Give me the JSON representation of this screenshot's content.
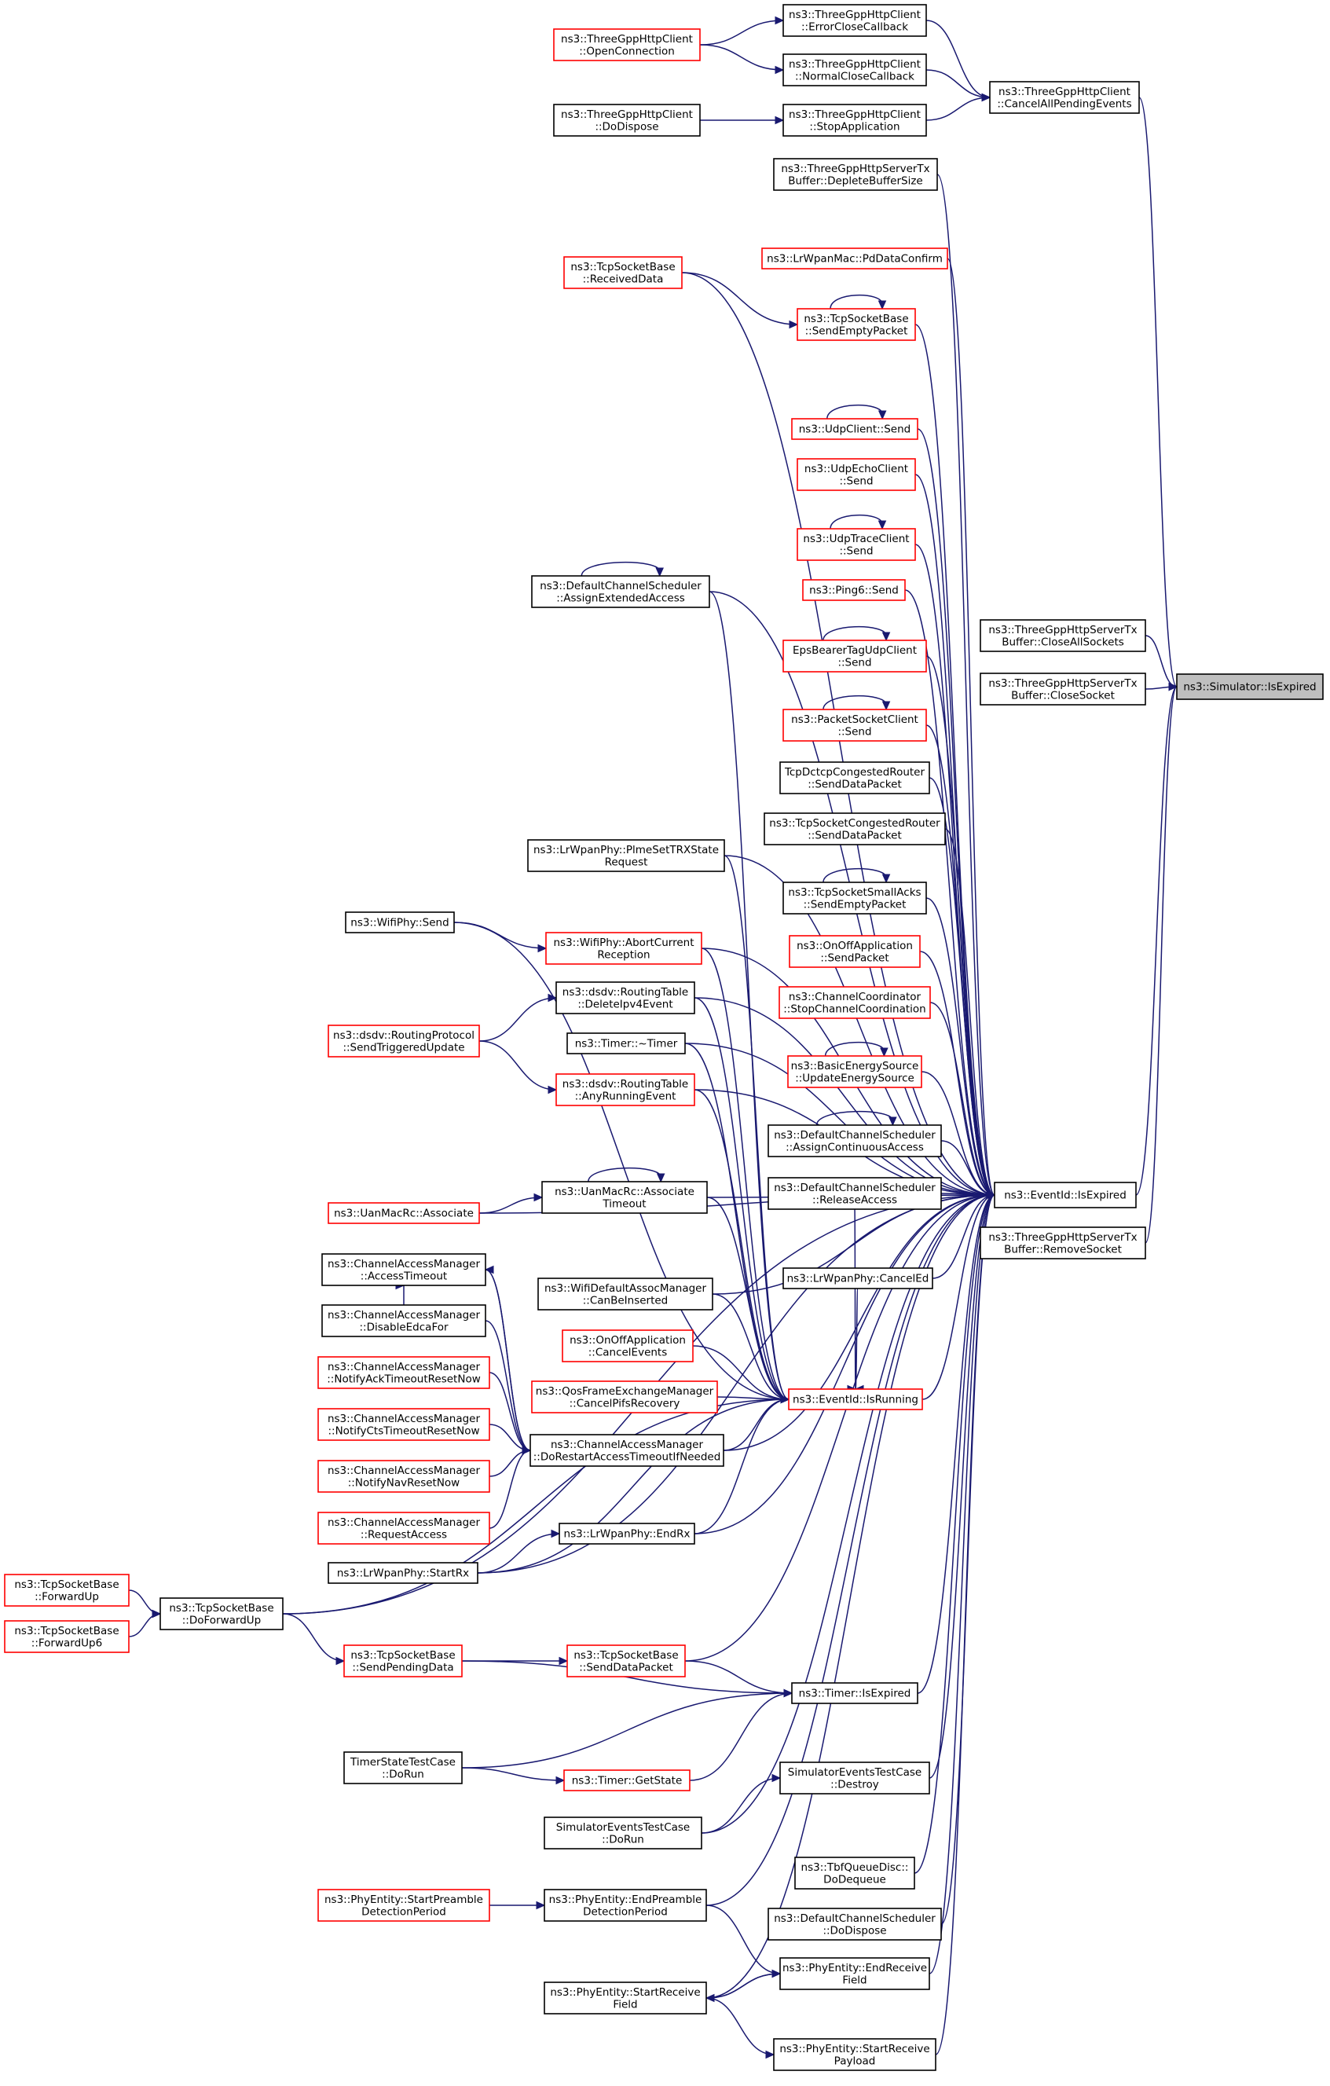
{
  "graph": {
    "title": "",
    "nodes": [
      {
        "id": "root",
        "lines": [
          "ns3::Simulator::IsExpired"
        ],
        "style": "root"
      },
      {
        "id": "eid_isexpired",
        "lines": [
          "ns3::EventId::IsExpired"
        ],
        "style": "black"
      },
      {
        "id": "cancelall",
        "lines": [
          "ns3::ThreeGppHttpClient",
          "::CancelAllPendingEvents"
        ],
        "style": "black"
      },
      {
        "id": "errorclose",
        "lines": [
          "ns3::ThreeGppHttpClient",
          "::ErrorCloseCallback"
        ],
        "style": "black"
      },
      {
        "id": "normalclose",
        "lines": [
          "ns3::ThreeGppHttpClient",
          "::NormalCloseCallback"
        ],
        "style": "black"
      },
      {
        "id": "stopapp",
        "lines": [
          "ns3::ThreeGppHttpClient",
          "::StopApplication"
        ],
        "style": "black"
      },
      {
        "id": "openconn",
        "lines": [
          "ns3::ThreeGppHttpClient",
          "::OpenConnection"
        ],
        "style": "red"
      },
      {
        "id": "dodispose_http",
        "lines": [
          "ns3::ThreeGppHttpClient",
          "::DoDispose"
        ],
        "style": "black"
      },
      {
        "id": "deplete",
        "lines": [
          "ns3::ThreeGppHttpServerTx",
          "Buffer::DepleteBufferSize"
        ],
        "style": "black"
      },
      {
        "id": "pddata",
        "lines": [
          "ns3::LrWpanMac::PdDataConfirm"
        ],
        "style": "red"
      },
      {
        "id": "tcp_recv",
        "lines": [
          "ns3::TcpSocketBase",
          "::ReceivedData"
        ],
        "style": "red"
      },
      {
        "id": "tcp_sendempty",
        "lines": [
          "ns3::TcpSocketBase",
          "::SendEmptyPacket"
        ],
        "style": "red"
      },
      {
        "id": "udpclient",
        "lines": [
          "ns3::UdpClient::Send"
        ],
        "style": "red"
      },
      {
        "id": "udpecho",
        "lines": [
          "ns3::UdpEchoClient",
          "::Send"
        ],
        "style": "red"
      },
      {
        "id": "udptrace",
        "lines": [
          "ns3::UdpTraceClient",
          "::Send"
        ],
        "style": "red"
      },
      {
        "id": "ping6",
        "lines": [
          "ns3::Ping6::Send"
        ],
        "style": "red"
      },
      {
        "id": "epsbearer",
        "lines": [
          "EpsBearerTagUdpClient",
          "::Send"
        ],
        "style": "red"
      },
      {
        "id": "pktsocket",
        "lines": [
          "ns3::PacketSocketClient",
          "::Send"
        ],
        "style": "red"
      },
      {
        "id": "dctcp",
        "lines": [
          "TcpDctcpCongestedRouter",
          "::SendDataPacket"
        ],
        "style": "black"
      },
      {
        "id": "tcpcong",
        "lines": [
          "ns3::TcpSocketCongestedRouter",
          "::SendDataPacket"
        ],
        "style": "black"
      },
      {
        "id": "smallacks",
        "lines": [
          "ns3::TcpSocketSmallAcks",
          "::SendEmptyPacket"
        ],
        "style": "black"
      },
      {
        "id": "onoff_send",
        "lines": [
          "ns3::OnOffApplication",
          "::SendPacket"
        ],
        "style": "red"
      },
      {
        "id": "chcoord",
        "lines": [
          "ns3::ChannelCoordinator",
          "::StopChannelCoordination"
        ],
        "style": "red"
      },
      {
        "id": "energy",
        "lines": [
          "ns3::BasicEnergySource",
          "::UpdateEnergySource"
        ],
        "style": "red"
      },
      {
        "id": "assigncont",
        "lines": [
          "ns3::DefaultChannelScheduler",
          "::AssignContinuousAccess"
        ],
        "style": "black"
      },
      {
        "id": "releaseacc",
        "lines": [
          "ns3::DefaultChannelScheduler",
          "::ReleaseAccess"
        ],
        "style": "black"
      },
      {
        "id": "canceled",
        "lines": [
          "ns3::LrWpanPhy::CancelEd"
        ],
        "style": "black"
      },
      {
        "id": "closeall",
        "lines": [
          "ns3::ThreeGppHttpServerTx",
          "Buffer::CloseAllSockets"
        ],
        "style": "black"
      },
      {
        "id": "closesock",
        "lines": [
          "ns3::ThreeGppHttpServerTx",
          "Buffer::CloseSocket"
        ],
        "style": "black"
      },
      {
        "id": "removesock",
        "lines": [
          "ns3::ThreeGppHttpServerTx",
          "Buffer::RemoveSocket"
        ],
        "style": "black"
      },
      {
        "id": "assignext",
        "lines": [
          "ns3::DefaultChannelScheduler",
          "::AssignExtendedAccess"
        ],
        "style": "black"
      },
      {
        "id": "plme",
        "lines": [
          "ns3::LrWpanPhy::PlmeSetTRXState",
          "Request"
        ],
        "style": "black"
      },
      {
        "id": "wifisend",
        "lines": [
          "ns3::WifiPhy::Send"
        ],
        "style": "black"
      },
      {
        "id": "abortrecv",
        "lines": [
          "ns3::WifiPhy::AbortCurrent",
          "Reception"
        ],
        "style": "red"
      },
      {
        "id": "deleteipv4",
        "lines": [
          "ns3::dsdv::RoutingTable",
          "::DeleteIpv4Event"
        ],
        "style": "black"
      },
      {
        "id": "sendtrig",
        "lines": [
          "ns3::dsdv::RoutingProtocol",
          "::SendTriggeredUpdate"
        ],
        "style": "red"
      },
      {
        "id": "timerdtor",
        "lines": [
          "ns3::Timer::~Timer"
        ],
        "style": "black"
      },
      {
        "id": "anyrunning",
        "lines": [
          "ns3::dsdv::RoutingTable",
          "::AnyRunningEvent"
        ],
        "style": "red"
      },
      {
        "id": "uanassoc",
        "lines": [
          "ns3::UanMacRc::Associate"
        ],
        "style": "red"
      },
      {
        "id": "uanassoctimeout",
        "lines": [
          "ns3::UanMacRc::Associate",
          "Timeout"
        ],
        "style": "black"
      },
      {
        "id": "accesstimeout",
        "lines": [
          "ns3::ChannelAccessManager",
          "::AccessTimeout"
        ],
        "style": "black"
      },
      {
        "id": "disableedca",
        "lines": [
          "ns3::ChannelAccessManager",
          "::DisableEdcaFor"
        ],
        "style": "black"
      },
      {
        "id": "notifyack",
        "lines": [
          "ns3::ChannelAccessManager",
          "::NotifyAckTimeoutResetNow"
        ],
        "style": "red"
      },
      {
        "id": "notifycts",
        "lines": [
          "ns3::ChannelAccessManager",
          "::NotifyCtsTimeoutResetNow"
        ],
        "style": "red"
      },
      {
        "id": "notifynav",
        "lines": [
          "ns3::ChannelAccessManager",
          "::NotifyNavResetNow"
        ],
        "style": "red"
      },
      {
        "id": "requestacc",
        "lines": [
          "ns3::ChannelAccessManager",
          "::RequestAccess"
        ],
        "style": "red"
      },
      {
        "id": "dorestart",
        "lines": [
          "ns3::ChannelAccessManager",
          "::DoRestartAccessTimeoutIfNeeded"
        ],
        "style": "black"
      },
      {
        "id": "canbeins",
        "lines": [
          "ns3::WifiDefaultAssocManager",
          "::CanBeInserted"
        ],
        "style": "black"
      },
      {
        "id": "onoff_cancel",
        "lines": [
          "ns3::OnOffApplication",
          "::CancelEvents"
        ],
        "style": "red"
      },
      {
        "id": "qosframe",
        "lines": [
          "ns3::QosFrameExchangeManager",
          "::CancelPifsRecovery"
        ],
        "style": "red"
      },
      {
        "id": "isrunning",
        "lines": [
          "ns3::EventId::IsRunning"
        ],
        "style": "red"
      },
      {
        "id": "endrx",
        "lines": [
          "ns3::LrWpanPhy::EndRx"
        ],
        "style": "black"
      },
      {
        "id": "startrx",
        "lines": [
          "ns3::LrWpanPhy::StartRx"
        ],
        "style": "black"
      },
      {
        "id": "fwdup",
        "lines": [
          "ns3::TcpSocketBase",
          "::ForwardUp"
        ],
        "style": "red"
      },
      {
        "id": "fwdup6",
        "lines": [
          "ns3::TcpSocketBase",
          "::ForwardUp6"
        ],
        "style": "red"
      },
      {
        "id": "dofwdup",
        "lines": [
          "ns3::TcpSocketBase",
          "::DoForwardUp"
        ],
        "style": "black"
      },
      {
        "id": "sendpending",
        "lines": [
          "ns3::TcpSocketBase",
          "::SendPendingData"
        ],
        "style": "red"
      },
      {
        "id": "senddatapkt",
        "lines": [
          "ns3::TcpSocketBase",
          "::SendDataPacket"
        ],
        "style": "red"
      },
      {
        "id": "timer_isexp",
        "lines": [
          "ns3::Timer::IsExpired"
        ],
        "style": "black"
      },
      {
        "id": "timerstate",
        "lines": [
          "TimerStateTestCase",
          "::DoRun"
        ],
        "style": "black"
      },
      {
        "id": "gettstate",
        "lines": [
          "ns3::Timer::GetState"
        ],
        "style": "red"
      },
      {
        "id": "simev_destroy",
        "lines": [
          "SimulatorEventsTestCase",
          "::Destroy"
        ],
        "style": "black"
      },
      {
        "id": "simev_dorun",
        "lines": [
          "SimulatorEventsTestCase",
          "::DoRun"
        ],
        "style": "black"
      },
      {
        "id": "tbf",
        "lines": [
          "ns3::TbfQueueDisc::",
          "DoDequeue"
        ],
        "style": "black"
      },
      {
        "id": "dcs_dispose",
        "lines": [
          "ns3::DefaultChannelScheduler",
          "::DoDispose"
        ],
        "style": "black"
      },
      {
        "id": "startpreamble",
        "lines": [
          "ns3::PhyEntity::StartPreamble",
          "DetectionPeriod"
        ],
        "style": "red"
      },
      {
        "id": "endpreamble",
        "lines": [
          "ns3::PhyEntity::EndPreamble",
          "DetectionPeriod"
        ],
        "style": "black"
      },
      {
        "id": "endrecvfield",
        "lines": [
          "ns3::PhyEntity::EndReceive",
          "Field"
        ],
        "style": "black"
      },
      {
        "id": "startrecvfield",
        "lines": [
          "ns3::PhyEntity::StartReceive",
          "Field"
        ],
        "style": "black"
      },
      {
        "id": "startrecvpayload",
        "lines": [
          "ns3::PhyEntity::StartReceive",
          "Payload"
        ],
        "style": "black"
      }
    ]
  }
}
